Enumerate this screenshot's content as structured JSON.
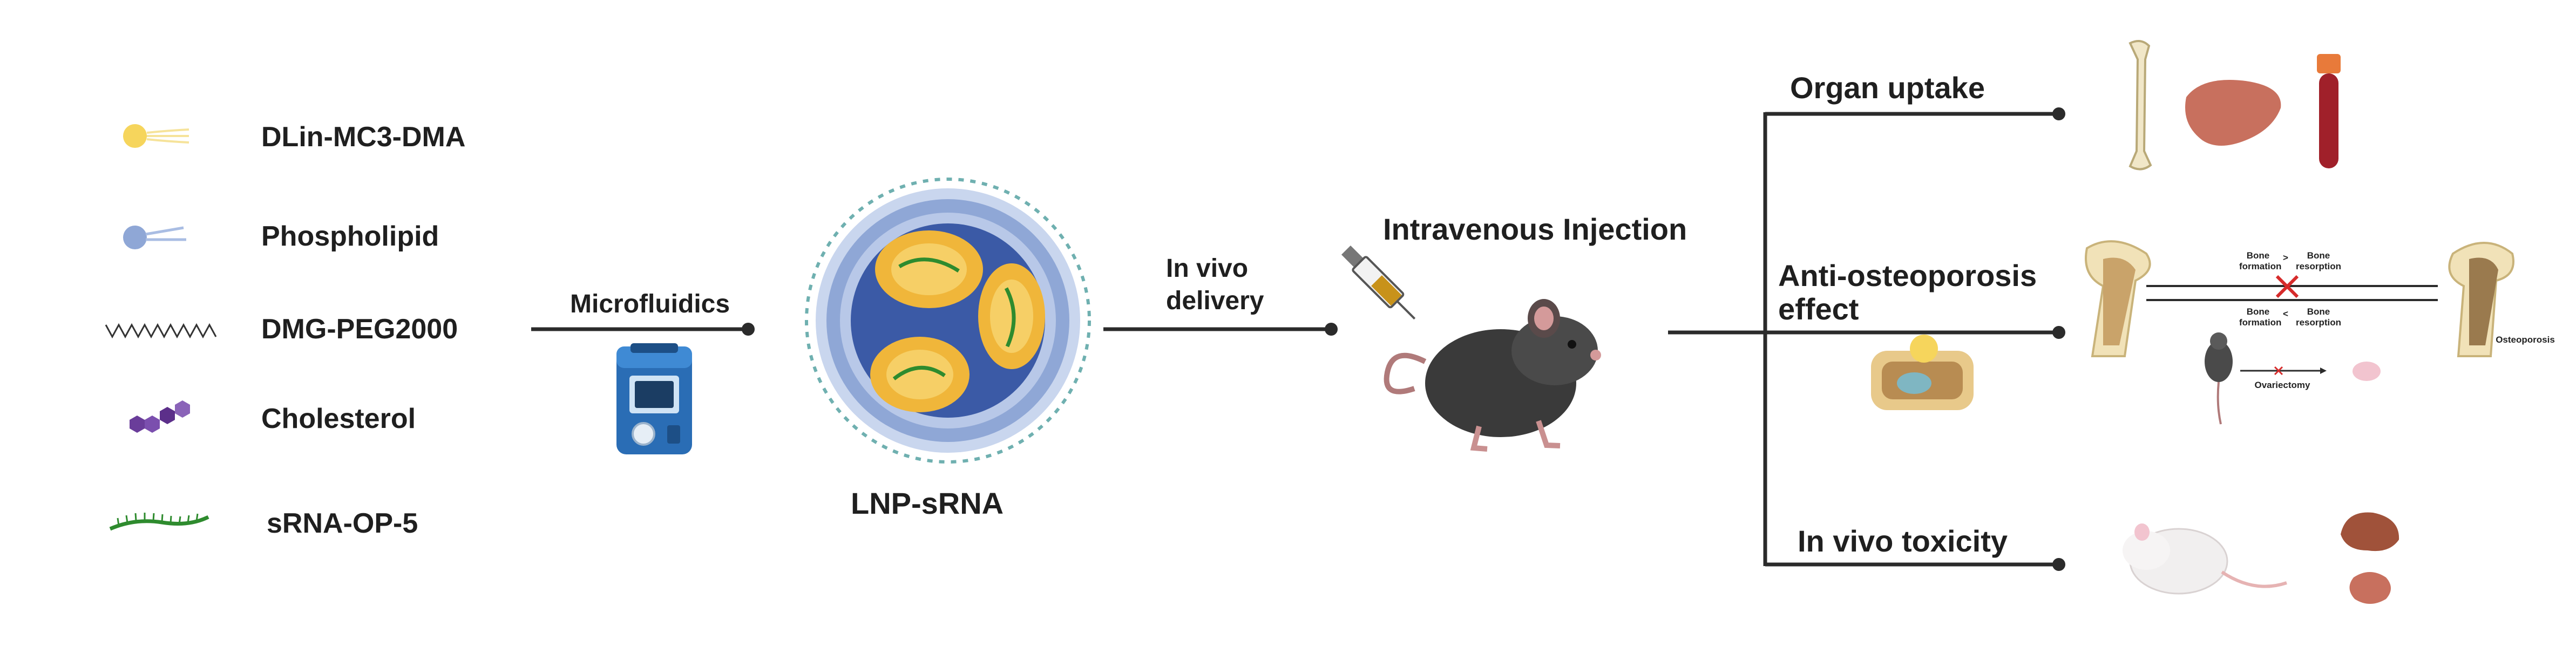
{
  "legend": [
    {
      "label": "DLin-MC3-DMA",
      "icon": "ionizable-lipid-icon",
      "color": "#f6d55c"
    },
    {
      "label": "Phospholipid",
      "icon": "phospholipid-icon",
      "color": "#8fa7d6"
    },
    {
      "label": "DMG-PEG2000",
      "icon": "peg-lipid-icon",
      "color": "#333333"
    },
    {
      "label": "Cholesterol",
      "icon": "cholesterol-icon",
      "color": "#6a3d9a"
    },
    {
      "label": "sRNA-OP-5",
      "icon": "srna-icon",
      "color": "#2e8b2e"
    }
  ],
  "flow": {
    "microfluidics": "Microfluidics",
    "lnp": "LNP-sRNA",
    "delivery_line1": "In vivo",
    "delivery_line2": "delivery",
    "injection": "Intravenous Injection"
  },
  "outcomes": {
    "organ_uptake": "Organ uptake",
    "anti_line1": "Anti-osteoporosis",
    "anti_line2": "effect",
    "toxicity": "In vivo toxicity"
  },
  "osteo_detail": {
    "top_left": "Bone formation",
    "top_op": ">",
    "top_right": "Bone resorption",
    "bottom_left": "Bone formation",
    "bottom_op": "<",
    "bottom_right": "Bone resorption",
    "surgery": "Ovariectomy",
    "result": "Osteoporosis"
  }
}
